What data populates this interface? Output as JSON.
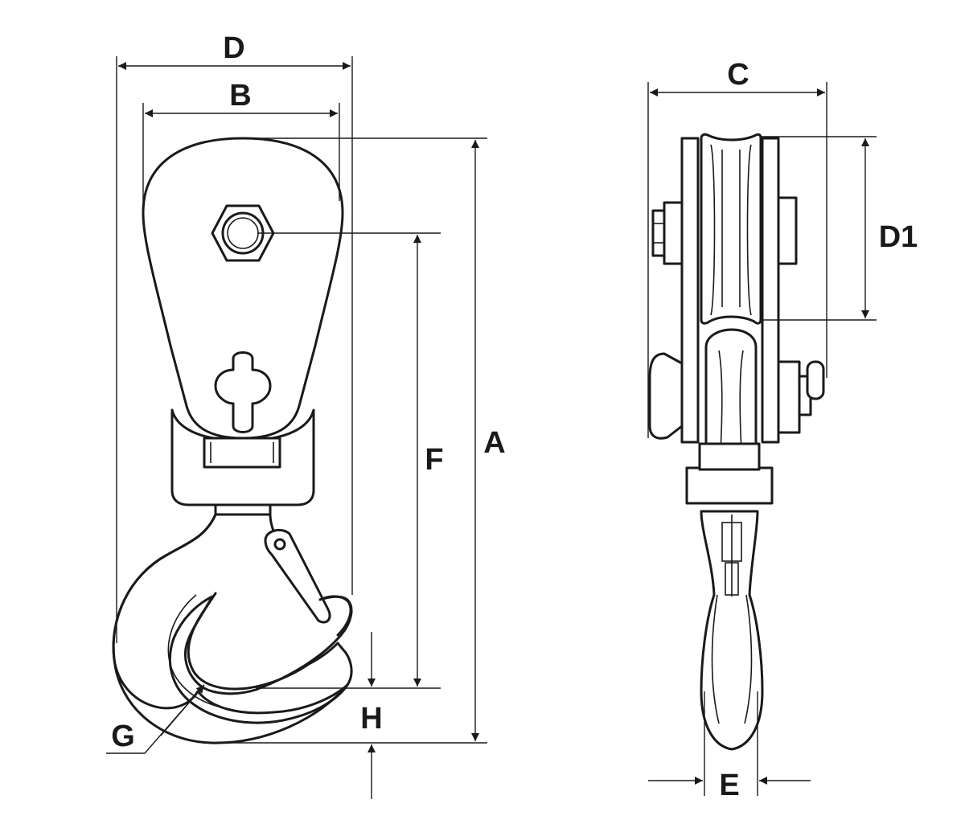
{
  "diagram": {
    "labels": {
      "A": "A",
      "B": "B",
      "C": "C",
      "D": "D",
      "D1": "D1",
      "E": "E",
      "F": "F",
      "G": "G",
      "H": "H"
    },
    "colors": {
      "line": "#1a1a1a",
      "background": "#ffffff"
    }
  }
}
